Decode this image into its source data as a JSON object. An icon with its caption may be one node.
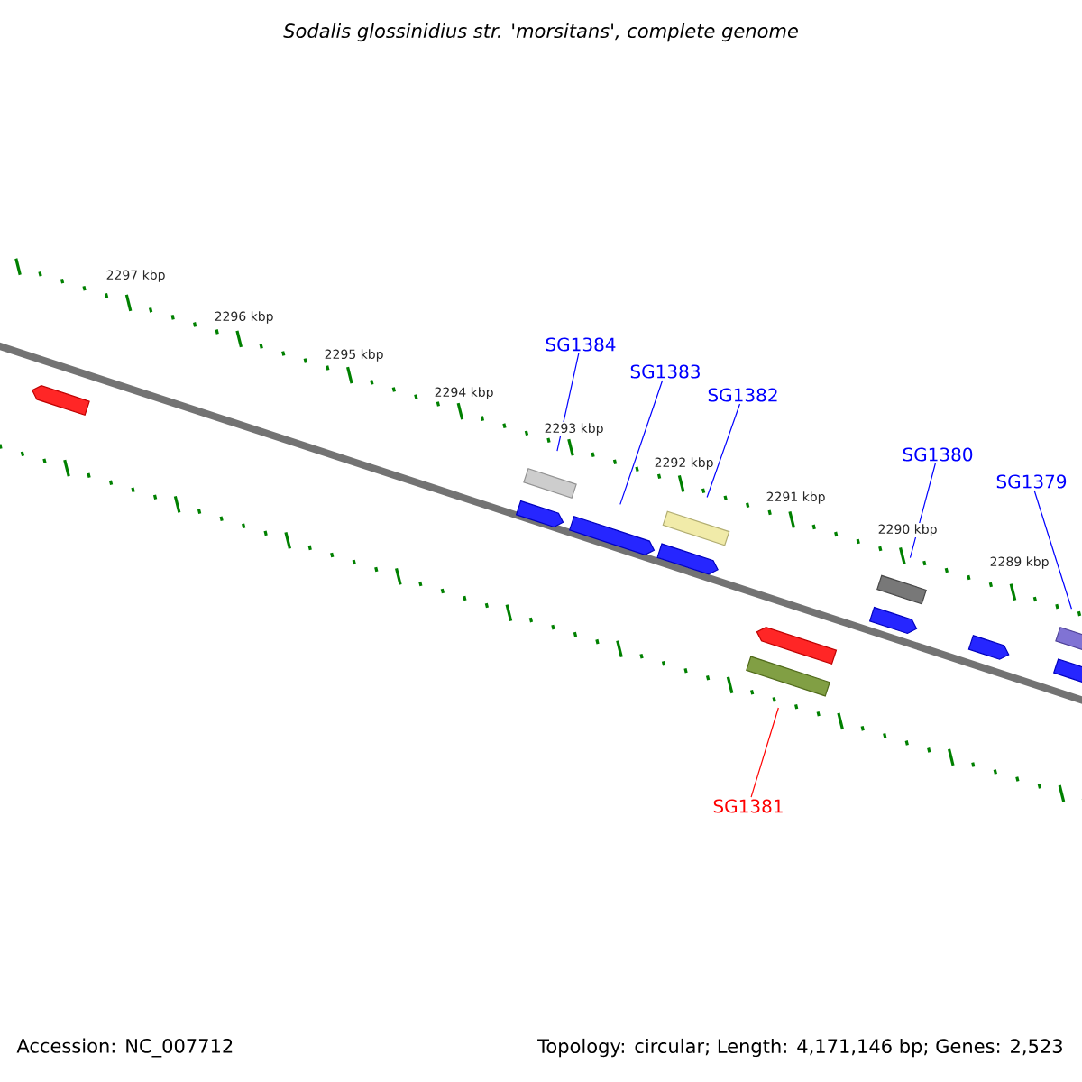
{
  "diagram": {
    "title": "Sodalis glossinidius str. 'morsitans', complete genome",
    "nodes": [
      {
        "text": [
          "SG1384"
        ]
      },
      {
        "text": [
          "SG1383"
        ]
      },
      {
        "text": [
          "SG1382"
        ]
      },
      {
        "text": [
          "SG1380"
        ]
      },
      {
        "text": [
          "SG1379"
        ]
      },
      {
        "text": [
          "SG1381"
        ]
      },
      {
        "text": [],
        "shape": "bar"
      },
      {
        "text": [],
        "shape": "bar"
      },
      {
        "text": [],
        "shape": "bar"
      },
      {
        "text": [],
        "shape": "bar"
      },
      {
        "text": [],
        "shape": "bar"
      },
      {
        "text": [],
        "shape": "bar"
      },
      {
        "text": [],
        "shape": "bar"
      },
      {
        "text": [],
        "shape": "bar"
      },
      {
        "text": [],
        "shape": "bar"
      },
      {
        "text": [],
        "shape": "bar"
      },
      {
        "text": [],
        "shape": "bar"
      },
      {
        "text": [],
        "shape": "bar"
      },
      {
        "text": [],
        "shape": "bar"
      }
    ],
    "edges": [
      {
        "from": 0,
        "to": 7,
        "arrow": "none"
      },
      {
        "from": 1,
        "to": 9,
        "arrow": "none"
      },
      {
        "from": 2,
        "to": 10,
        "arrow": "none"
      },
      {
        "from": 3,
        "to": 14,
        "arrow": "none"
      },
      {
        "from": 4,
        "to": 17,
        "arrow": "none"
      },
      {
        "from": 5,
        "to": 13,
        "arrow": "none",
        "color": "#ff0000"
      }
    ],
    "labels": [
      "2297 kbp",
      "2296 kbp",
      "2295 kbp",
      "2294 kbp",
      "2293 kbp",
      "2292 kbp",
      "2291 kbp",
      "2290 kbp",
      "2289 kbp",
      "Accession: NC_007712",
      "Topology: circular; Length: 4,171,146 bp; Genes: 2,523"
    ]
  }
}
